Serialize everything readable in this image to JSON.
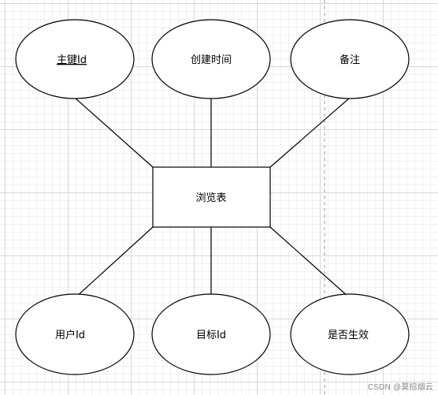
{
  "entity": {
    "label": "浏览表"
  },
  "attributes": {
    "primary_key": {
      "label": "主键Id",
      "underlined": true
    },
    "created_time": {
      "label": "创建时间"
    },
    "remark": {
      "label": "备注"
    },
    "user_id": {
      "label": "用户Id"
    },
    "target_id": {
      "label": "目标Id"
    },
    "is_active": {
      "label": "是否生效"
    }
  },
  "watermark": {
    "text": "CSDN @莫招烟云"
  }
}
